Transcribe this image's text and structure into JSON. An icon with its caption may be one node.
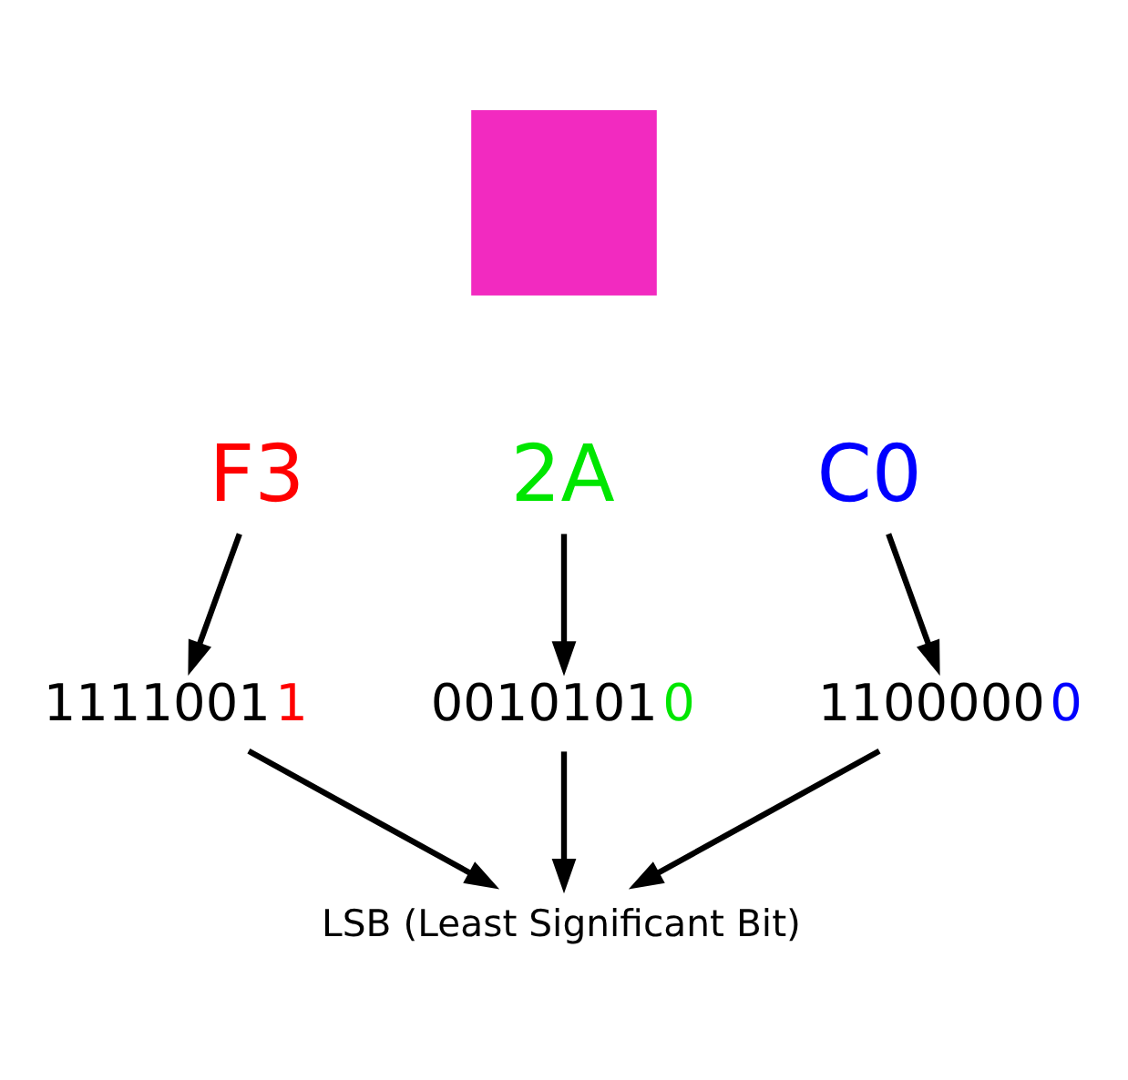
{
  "diagram": {
    "nodes": [
      {
        "text": [],
        "shape": "box"
      },
      {
        "text": [
          "F3"
        ]
      },
      {
        "text": [
          "2A"
        ]
      },
      {
        "text": [
          "C0"
        ]
      },
      {
        "text": [
          "11110011"
        ]
      },
      {
        "text": [
          "00101010"
        ]
      },
      {
        "text": [
          "11000000"
        ]
      },
      {
        "text": [
          "LSB (Least Significant Bit)"
        ]
      }
    ],
    "edges": [
      {
        "from": 1,
        "to": 4,
        "arrow": "to"
      },
      {
        "from": 2,
        "to": 5,
        "arrow": "to"
      },
      {
        "from": 3,
        "to": 6,
        "arrow": "to"
      },
      {
        "from": 4,
        "to": 7,
        "arrow": "to"
      },
      {
        "from": 5,
        "to": 7,
        "arrow": "to"
      },
      {
        "from": 6,
        "to": 7,
        "arrow": "to"
      }
    ]
  }
}
